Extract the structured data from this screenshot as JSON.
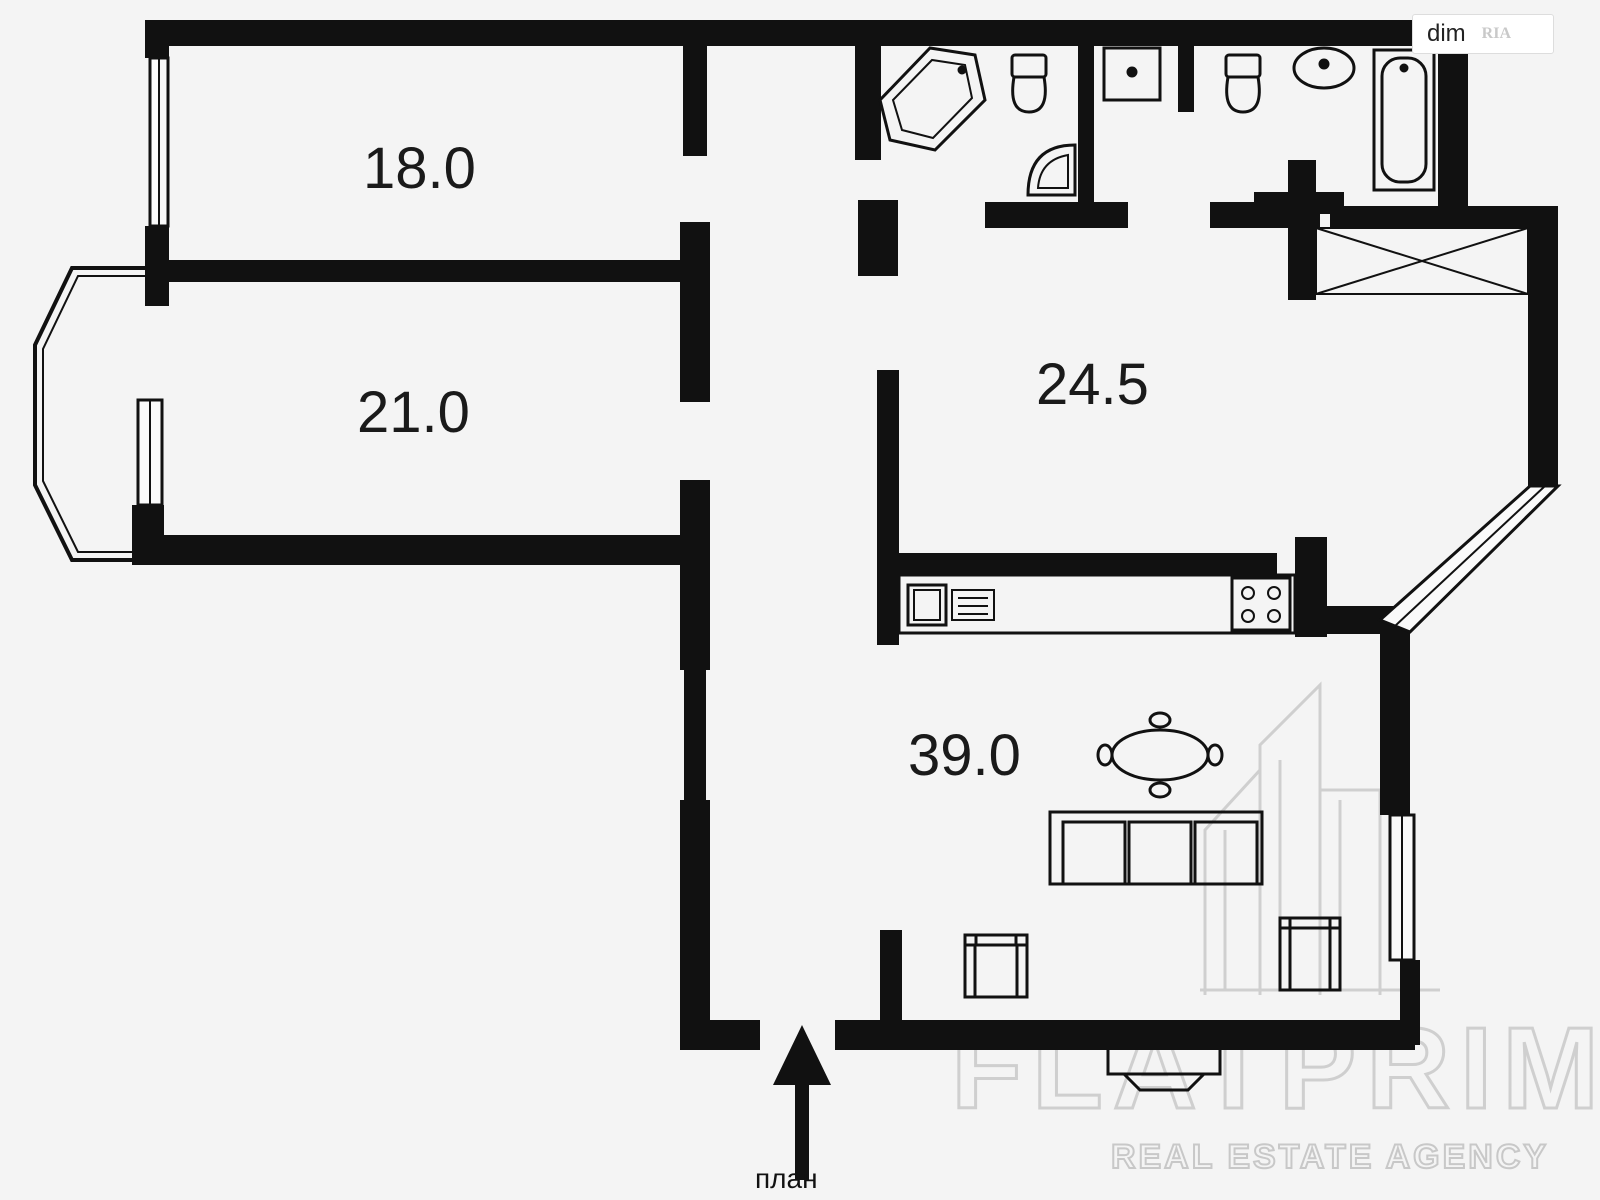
{
  "badge": {
    "brand": "dim",
    "sub": "RIA"
  },
  "rooms": [
    {
      "id": "bedroom-1",
      "area": "18.0"
    },
    {
      "id": "bedroom-2",
      "area": "21.0"
    },
    {
      "id": "room-3",
      "area": "24.5"
    },
    {
      "id": "living-kitchen",
      "area": "39.0"
    }
  ],
  "entrance": {
    "label": "план"
  },
  "watermark": {
    "name": "FLATPRIM",
    "tagline": "REAL ESTATE AGENCY"
  },
  "colors": {
    "wall": "#111111",
    "background": "#f4f4f4",
    "fixture": "#1a1a1a",
    "watermark": "#c8c8c8"
  }
}
